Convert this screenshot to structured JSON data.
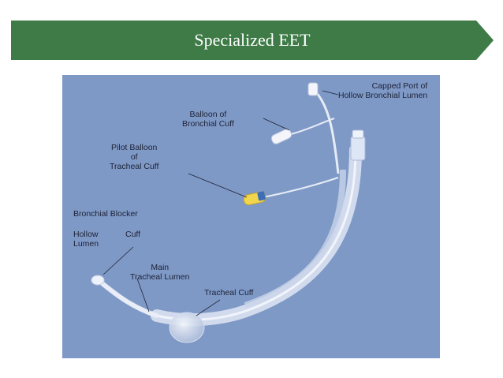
{
  "slide": {
    "title": "Specialized EET",
    "banner_color": "#3e7b47"
  },
  "figure": {
    "background_color": "#7f99c6",
    "labels": {
      "capped_port_line1": "Capped Port of",
      "capped_port_line2": "Hollow Bronchial Lumen",
      "balloon_bronchial_line1": "Balloon of",
      "balloon_bronchial_line2": "Bronchial Cuff",
      "pilot_balloon_line1": "Pilot Balloon",
      "pilot_balloon_line2": "of",
      "pilot_balloon_line3": "Tracheal Cuff",
      "bronchial_blocker": "Bronchial Blocker",
      "hollow_lumen_line1": "Hollow",
      "hollow_lumen_line2": "Lumen",
      "cuff": "Cuff",
      "main_tracheal_line1": "Main",
      "main_tracheal_line2": "Tracheal Lumen",
      "tracheal_cuff": "Tracheal Cuff"
    }
  }
}
